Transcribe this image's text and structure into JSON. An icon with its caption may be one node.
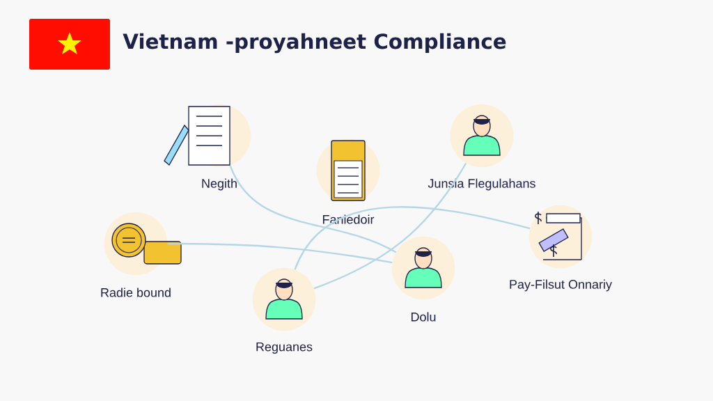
{
  "diagram": {
    "title": "Vietnam -proyahneet Compliance",
    "nodes": [
      {
        "text": [
          "Negith"
        ]
      },
      {
        "text": [
          "Faniedoir"
        ]
      },
      {
        "text": [
          "Junsia Flegulahans"
        ]
      },
      {
        "text": [
          "Radie bound"
        ]
      },
      {
        "text": [
          "Reguanes"
        ]
      },
      {
        "text": [
          "Dolu"
        ]
      },
      {
        "text": [
          "Pay-Filsut Onnariy"
        ]
      }
    ],
    "edges": [
      {
        "from": 0,
        "to": 5,
        "arrow": "none"
      },
      {
        "from": 3,
        "to": 5,
        "arrow": "none"
      },
      {
        "from": 2,
        "to": 4,
        "arrow": "none"
      },
      {
        "from": 6,
        "to": 4,
        "arrow": "none"
      }
    ]
  }
}
